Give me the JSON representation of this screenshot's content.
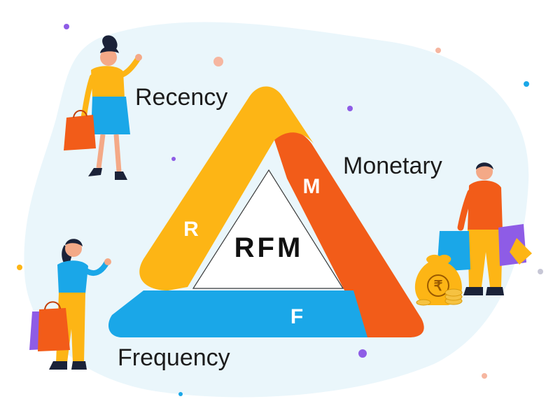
{
  "diagram": {
    "center_label": "RFM",
    "segments": [
      {
        "key": "recency",
        "letter": "R",
        "label": "Recency",
        "color": "#FDB515"
      },
      {
        "key": "monetary",
        "letter": "M",
        "label": "Monetary",
        "color": "#F25C19"
      },
      {
        "key": "frequency",
        "letter": "F",
        "label": "Frequency",
        "color": "#1AA7E8"
      }
    ]
  },
  "illustration": {
    "currency_symbol": "₹",
    "background_color": "#EAF6FB"
  }
}
